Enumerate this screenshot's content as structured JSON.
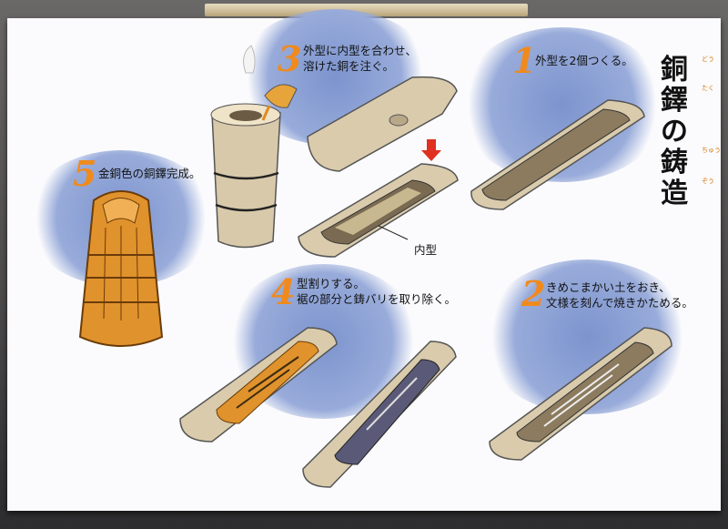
{
  "title": {
    "line1": "銅",
    "line2": "鐸",
    "line3": "の",
    "line4": "鋳",
    "line5": "造",
    "ruby": [
      "どう",
      "たく",
      "ちゅう",
      "ぞう"
    ]
  },
  "steps": [
    {
      "number": "1",
      "caption_lines": [
        "外型を2個つくる。"
      ]
    },
    {
      "number": "2",
      "caption_lines": [
        "きめこまかい土をおき、",
        "文様を刻んで焼きかためる。"
      ]
    },
    {
      "number": "3",
      "caption_lines": [
        "外型に内型を合わせ、",
        "溶けた銅を注ぐ。"
      ]
    },
    {
      "number": "4",
      "caption_lines": [
        "型割りする。",
        "裾の部分と鋳バリを取り除く。"
      ]
    },
    {
      "number": "5",
      "caption_lines": [
        "金銅色の銅鐸完成。"
      ]
    }
  ],
  "labels": {
    "inner_mold": "内型"
  },
  "colors": {
    "accent_number": "#f08a1c",
    "blob_blue": "#8aa0d6",
    "bronze": "#e0922c",
    "clay": "#d8c9aa"
  }
}
